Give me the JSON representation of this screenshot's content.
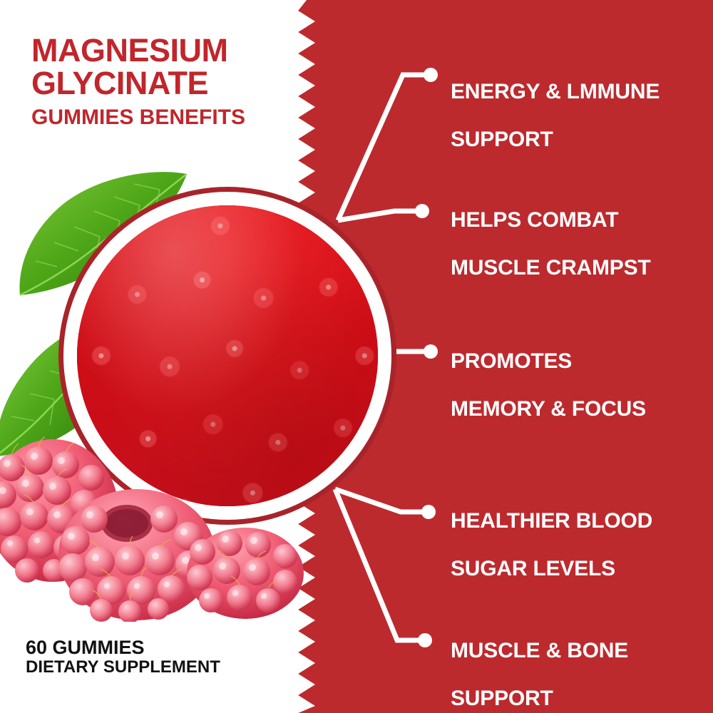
{
  "product": {
    "title_line1": "MAGNESIUM",
    "title_line2": "GLYCINATE",
    "subtitle": "GUMMIES BENEFITS",
    "count_label": "60 GUMMIES",
    "category_label": "DIETARY SUPPLEMENT"
  },
  "colors": {
    "brand_red": "#bc2a2e",
    "title_red": "#c0262b",
    "gummy_red": "#d3101a",
    "ring_dark_red": "#a8242a",
    "text_white": "#ffffff",
    "footer_black": "#121212",
    "leaf_green": "#5fb01f",
    "berry_pink": "#e8536b"
  },
  "benefits": [
    {
      "id": "energy-immune-support",
      "line1": "ENERGY & LMMUNE",
      "line2": "SUPPORT"
    },
    {
      "id": "muscle-cramps",
      "line1": "HELPS COMBAT",
      "line2": "MUSCLE CRAMPST"
    },
    {
      "id": "memory-focus",
      "line1": "PROMOTES",
      "line2": "MEMORY & FOCUS"
    },
    {
      "id": "blood-sugar",
      "line1": "HEALTHIER BLOOD",
      "line2": "SUGAR LEVELS"
    },
    {
      "id": "muscle-bone-support",
      "line1": "MUSCLE & BONE",
      "line2": "SUPPORT"
    }
  ],
  "imagery": {
    "circle_subject": "red-gummy-bears-in-bowl",
    "decor_left": "raspberries-and-leaves",
    "divider": "zigzag-edge"
  }
}
